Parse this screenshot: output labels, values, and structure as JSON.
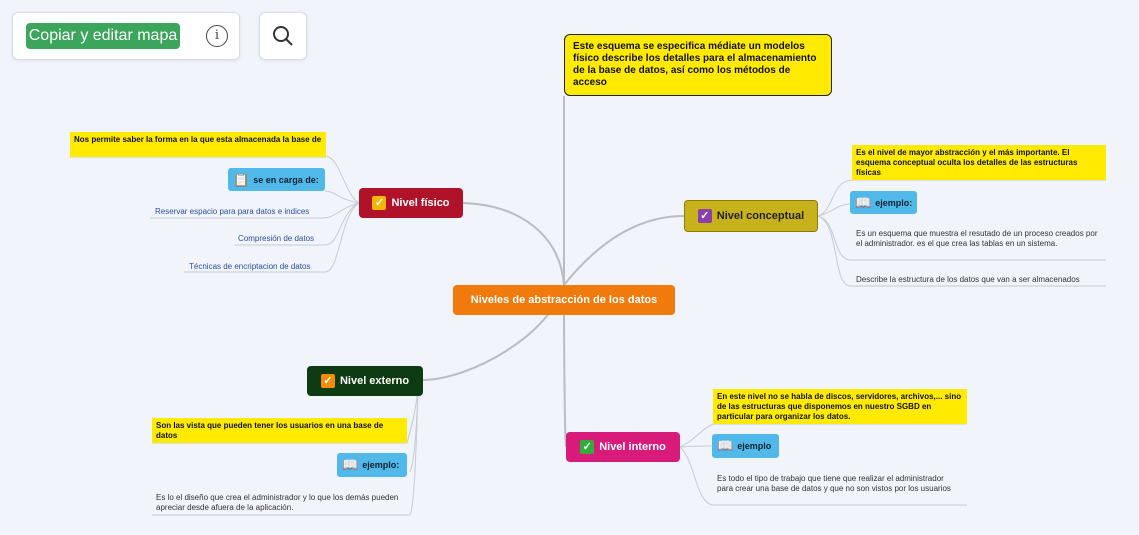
{
  "toolbar": {
    "copy_label": "Copiar y editar mapa",
    "info_icon": "info-icon",
    "search_icon": "search-icon"
  },
  "colors": {
    "central": "#f07a0c",
    "fisico": "#b0122a",
    "conceptual": "#c7b21c",
    "externo": "#0f3b12",
    "interno": "#d81b7b",
    "note": "#ffea00",
    "tag": "#50b9e9"
  },
  "central": {
    "label": "Niveles de abstracción de los datos"
  },
  "top_note": {
    "text": "Este esquema se especifica médiate un modelos físico describe los detalles para el almacenamiento de la base de datos, así como los métodos de acceso"
  },
  "fisico": {
    "label": "Nivel físico",
    "note": "Nos permite saber la forma en la que esta almacenada la base de",
    "tag": "se en carga de:",
    "items": [
      "Reservar espacio para para datos e indices",
      "Compresión de datos",
      "Técnicas de encriptacion de datos"
    ]
  },
  "conceptual": {
    "label": "Nivel conceptual",
    "note": "Es el nivel de mayor abstracción y el más importante. El esquema conceptual oculta los detalles de las estructuras físicas",
    "tag": "ejemplo:",
    "example": "Es un esquema que muestra el resutado de un proceso creados por el administrador.  es el que crea las tablas en un sistema.",
    "item": "Describe la estructura de los datos que van a ser almacenados"
  },
  "externo": {
    "label": "Nivel externo",
    "note": "Son las vista que pueden tener los usuarios en una base de datos",
    "tag": "ejemplo:",
    "example": "Es lo el diseño  que crea el administrador y lo que los demás pueden apreciar desde afuera de la aplicación."
  },
  "interno": {
    "label": "Nivel interno",
    "note": "En este nivel no se habla de discos, servidores, archivos,... sino de las estructuras que disponemos en nuestro SGBD en particular para organizar los datos.",
    "tag": "ejemplo",
    "example": "Es todo el tipo de trabajo que tiene que realizar el administrador para crear una base de datos y que no son vistos por los usuarios"
  }
}
